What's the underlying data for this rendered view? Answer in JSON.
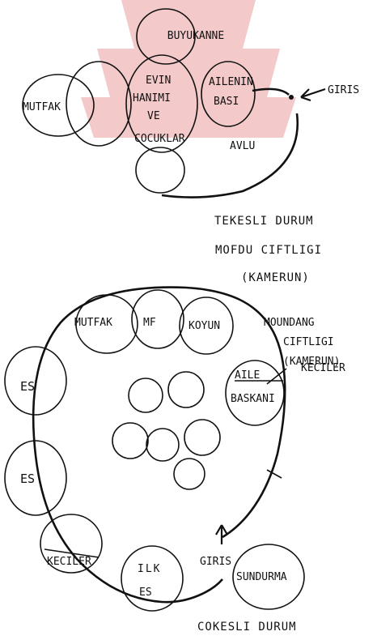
{
  "colors": {
    "ink": "#111111",
    "watermark": "#f3c9c9",
    "background": "#ffffff"
  },
  "top_compound": {
    "labels": {
      "buyukanne": "BUYUKANNE",
      "mutfak": "MUTFAK",
      "evin_line1": "EVIN",
      "evin_line2": "HANIMI",
      "evin_line3": "VE",
      "evin_line4": "COCUKLAR",
      "aile_line1": "AILENIN",
      "aile_line2": "BASI",
      "giris": "GIRIS",
      "avlu": "AVLU"
    },
    "caption": {
      "line1": "TEKESLI DURUM",
      "line2": "MOFDU CIFTLIGI",
      "line3": "(KAMERUN)"
    }
  },
  "bottom_compound": {
    "labels": {
      "mutfak": "MUTFAK",
      "mf": "MF",
      "koyun": "KOYUN",
      "es_upper": "ES",
      "es_lower": "ES",
      "aile_line1": "AILE",
      "aile_line2": "BASKANI",
      "keciler_left": "KECILER",
      "keciler_right": "KECILER",
      "ilk_line1": "ILK",
      "ilk_line2": "ES",
      "giris": "GIRIS",
      "sundurma": "SUNDURMA"
    },
    "side_caption": {
      "line1": "MOUNDANG",
      "line2": "CIFTLIGI",
      "line3": "(KAMERUN)"
    },
    "caption": "COKESLI DURUM"
  }
}
